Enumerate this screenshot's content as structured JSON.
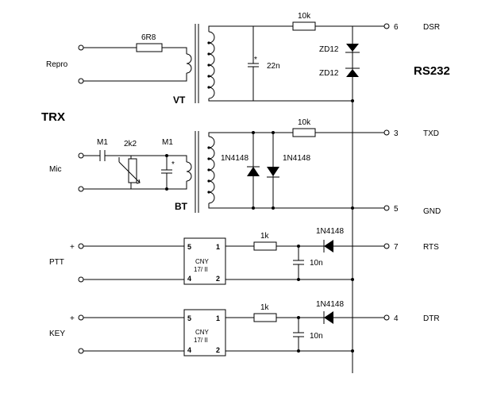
{
  "headings": {
    "trx": "TRX",
    "rs232": "RS232"
  },
  "transformers": {
    "vt": "VT",
    "bt": "BT"
  },
  "inputs": {
    "repro": "Repro",
    "mic": "Mic",
    "ptt": "PTT",
    "key": "KEY",
    "plus": "+"
  },
  "parts": {
    "r_repro": "6R8",
    "c_repro": "22n",
    "star": "*",
    "r_dsr": "10k",
    "zd_top": "ZD12",
    "zd_bot": "ZD12",
    "c_mic": "M1",
    "pot": "2k2",
    "c_mic2": "M1",
    "r_txd": "10k",
    "d_left": "1N4148",
    "d_right": "1N4148",
    "r_ptt": "1k",
    "c_ptt": "10n",
    "d_ptt": "1N4148",
    "r_key": "1k",
    "c_key": "10n",
    "d_key": "1N4148"
  },
  "optos": {
    "ptt": {
      "name1": "CNY",
      "name2": "17/ II",
      "p5": "5",
      "p1": "1",
      "p4": "4",
      "p2": "2"
    },
    "key": {
      "name1": "CNY",
      "name2": "17/ II",
      "p5": "5",
      "p1": "1",
      "p4": "4",
      "p2": "2"
    }
  },
  "pins": {
    "dsr": {
      "num": "6",
      "name": "DSR"
    },
    "txd": {
      "num": "3",
      "name": "TXD"
    },
    "gnd": {
      "num": "5",
      "name": "GND"
    },
    "rts": {
      "num": "7",
      "name": "RTS"
    },
    "dtr": {
      "num": "4",
      "name": "DTR"
    }
  }
}
